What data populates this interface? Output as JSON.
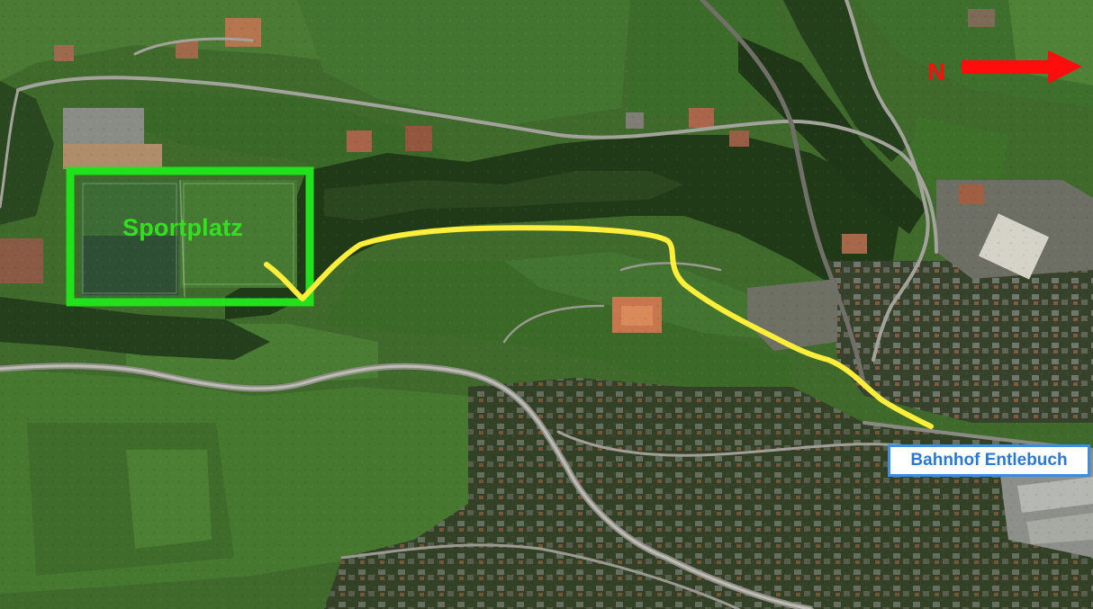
{
  "map": {
    "view": "satellite",
    "labels": {
      "sports_field": "Sportplatz",
      "north": "N",
      "station": "Bahnhof Entlebuch"
    },
    "colors": {
      "sports_field_box": "#21e01c",
      "route": "#ffee3a",
      "north_arrow": "#ff0d0d",
      "station_border": "#3d8de0",
      "station_text": "#2a78d2"
    },
    "icons": [
      "north-arrow-icon"
    ]
  }
}
